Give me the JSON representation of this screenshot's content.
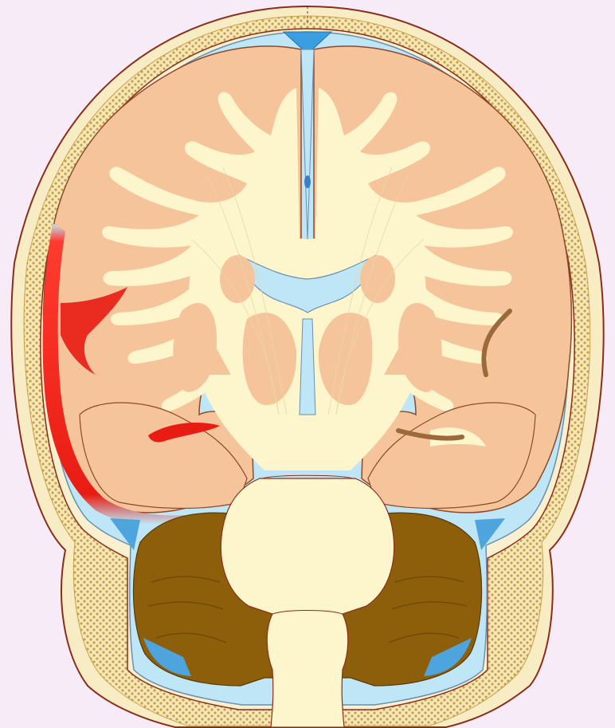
{
  "diagram": {
    "title": "",
    "labels": [],
    "colors": {
      "background": "#f7ebf8",
      "scalp_bone": "#f6e7b8",
      "bone_marrow_pattern": "#c9a04a",
      "csf": "#bfe6f6",
      "csf_dark": "#4ea4dc",
      "gray_matter": "#f6c49b",
      "white_matter": "#fdf6cc",
      "cerebellum": "#8d5f0a",
      "hemorrhage": "#e81c12",
      "outline": "#8b2d1a"
    },
    "structures": [
      "scalp",
      "skull",
      "dura",
      "subarachnoid-space",
      "cerebral-cortex",
      "white-matter",
      "lateral-ventricles",
      "third-ventricle",
      "basal-ganglia",
      "thalamus",
      "brainstem",
      "cerebellum",
      "subdural-hematoma"
    ]
  }
}
